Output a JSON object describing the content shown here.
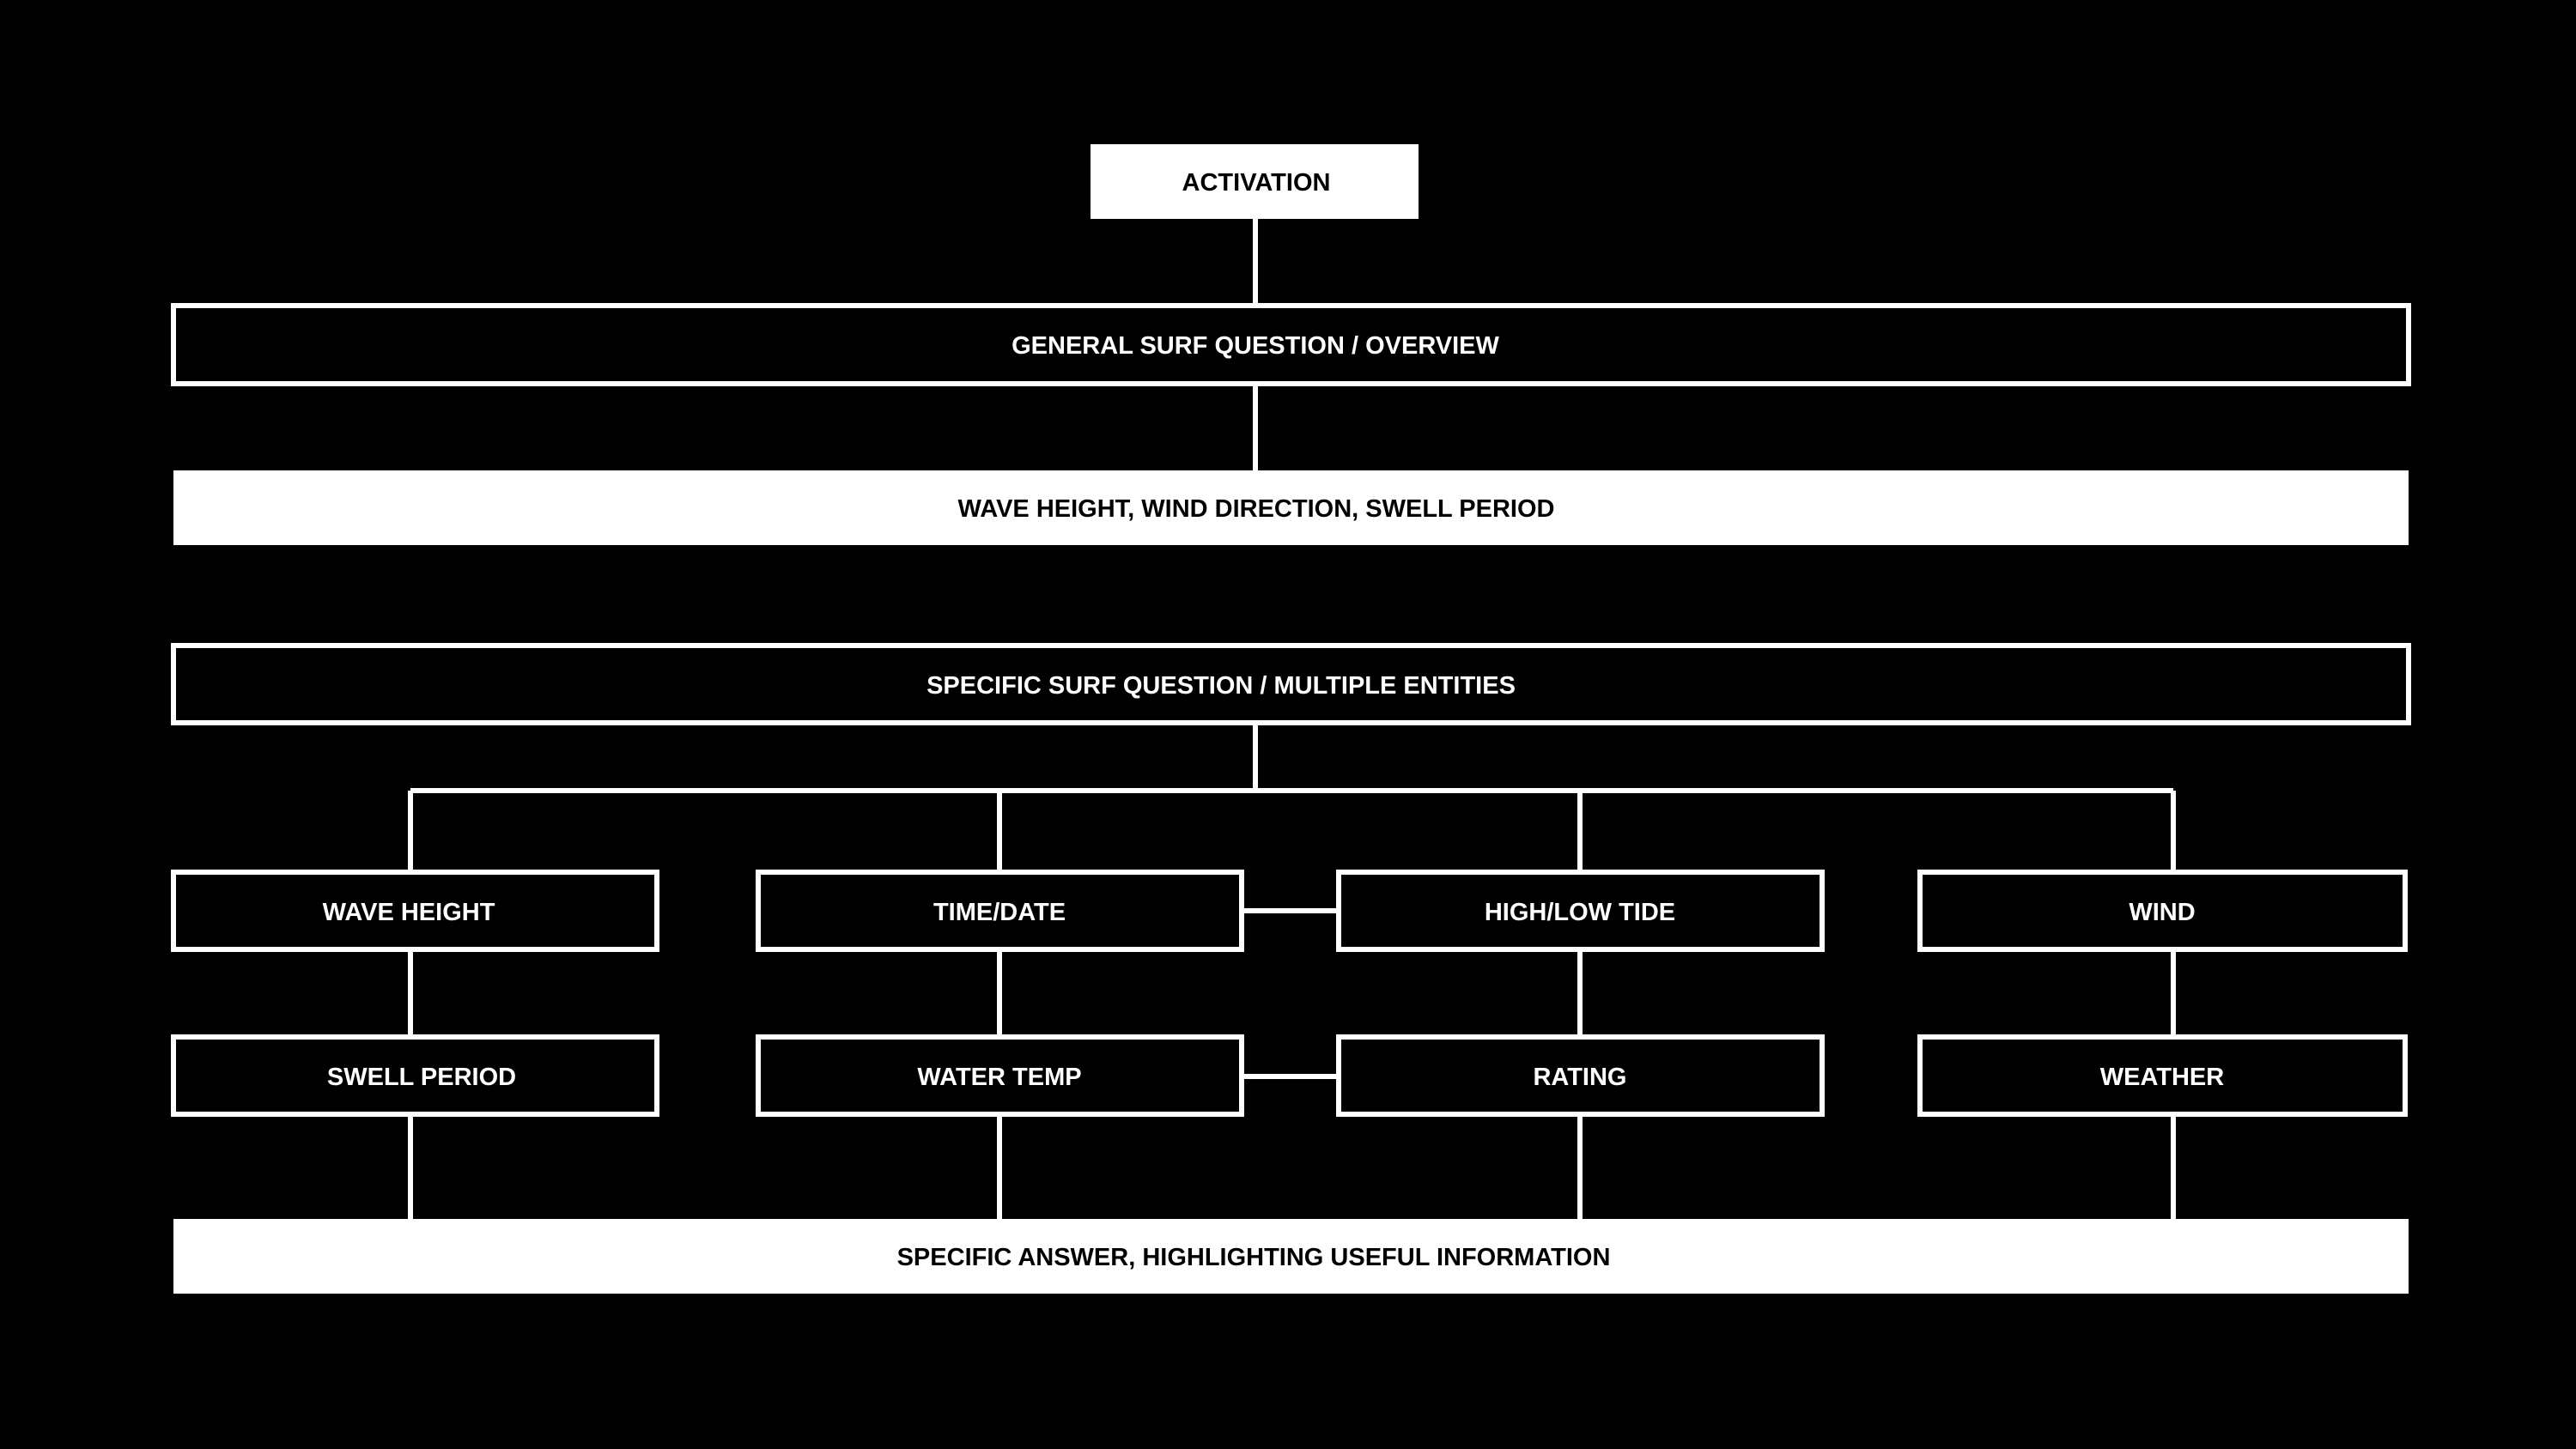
{
  "colors": {
    "background": "#000000",
    "line": "#ffffff",
    "filled_box": "#ffffff",
    "filled_text": "#000000",
    "outline_text": "#ffffff"
  },
  "nodes": {
    "activation": "ACTIVATION",
    "general_question": "GENERAL SURF QUESTION / OVERVIEW",
    "general_answer": "WAVE HEIGHT, WIND DIRECTION, SWELL PERIOD",
    "specific_question": "SPECIFIC SURF QUESTION / MULTIPLE ENTITIES",
    "wave_height": "WAVE HEIGHT",
    "time_date": "TIME/DATE",
    "high_low_tide": "HIGH/LOW TIDE",
    "wind": "WIND",
    "swell_period": "SWELL PERIOD",
    "water_temp": "WATER TEMP",
    "rating": "RATING",
    "weather": "WEATHER",
    "specific_answer": "SPECIFIC ANSWER, HIGHLIGHTING USEFUL INFORMATION"
  }
}
